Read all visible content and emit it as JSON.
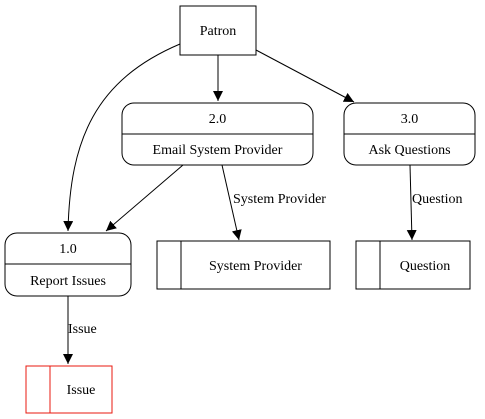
{
  "diagram": {
    "nodes": {
      "patron": {
        "label": "Patron"
      },
      "email_system_provider": {
        "number": "2.0",
        "label": "Email System Provider"
      },
      "ask_questions": {
        "number": "3.0",
        "label": "Ask Questions"
      },
      "report_issues": {
        "number": "1.0",
        "label": "Report Issues"
      },
      "system_provider_store": {
        "label": "System Provider"
      },
      "question_store": {
        "label": "Question"
      },
      "issue_store": {
        "label": "Issue"
      }
    },
    "edges": {
      "email_to_system_provider": {
        "label": "System Provider"
      },
      "ask_to_question": {
        "label": "Question"
      },
      "report_to_issue": {
        "label": "Issue"
      }
    },
    "colors": {
      "stroke": "#000000",
      "highlight": "#e8190f",
      "text": "#000000",
      "background": "#ffffff"
    }
  }
}
